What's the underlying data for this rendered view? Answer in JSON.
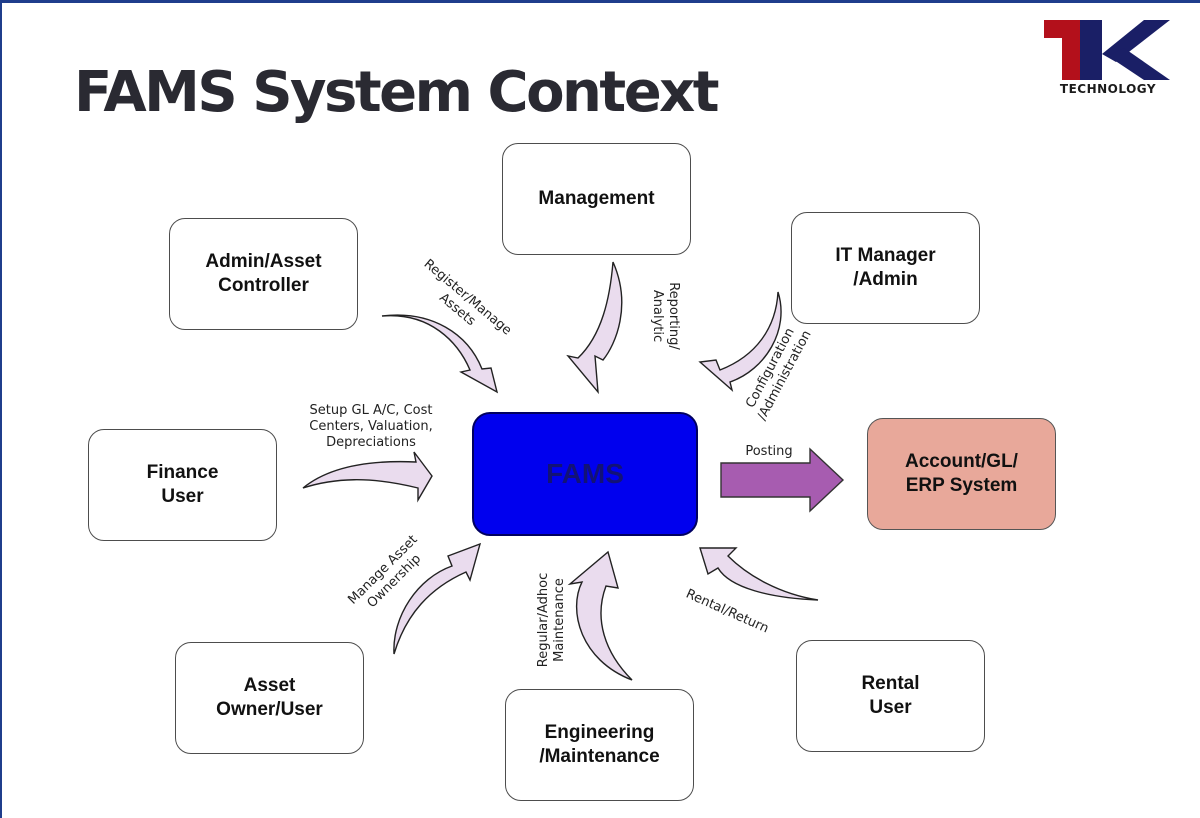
{
  "slide": {
    "title": "FAMS System Context",
    "logo": {
      "text": "TECHNOLOGY",
      "brand_red": "#b3101b",
      "brand_navy": "#1a1f66"
    },
    "center": "FAMS",
    "actors": {
      "admin": "Admin/Asset\nController",
      "management": "Management",
      "it": "IT Manager\n/Admin",
      "finance": "Finance\nUser",
      "erp": "Account/GL/\nERP System",
      "owner": "Asset\nOwner/User",
      "engineering": "Engineering\n/Maintenance",
      "rental": "Rental\nUser"
    },
    "flows": {
      "admin": "Register/Manage\nAssets",
      "management": "Reporting/\nAnalytic",
      "it": "Configuration\n/Administration",
      "finance": "Setup GL A/C, Cost\nCenters, Valuation,\nDepreciations",
      "erp": "Posting",
      "owner": "Manage Asset\nOwnership",
      "engineering": "Regular/Adhoc\nMaintenance",
      "rental": "Rental/Return"
    },
    "colors": {
      "fams_fill": "#0000ee",
      "fams_text": "#121276",
      "erp_fill": "#e8a89a",
      "arrow_fill": "#eadcee",
      "posting_arrow": "#a75cb0",
      "frame": "#1f3d8c"
    }
  }
}
